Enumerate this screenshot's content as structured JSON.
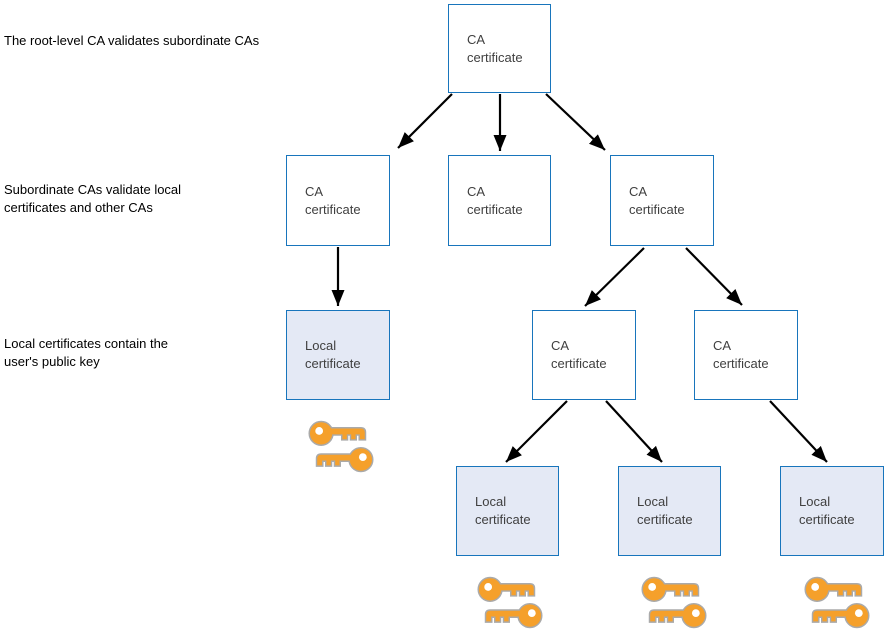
{
  "colors": {
    "box_border": "#1875BC",
    "local_fill": "#E4E9F5",
    "key_fill": "#F5A02B",
    "key_outline": "#AAAAAA",
    "arrow": "#000000"
  },
  "annotations": {
    "a1": {
      "line1": "The root-level CA validates subordinate CAs",
      "line2": ""
    },
    "a2": {
      "line1": "Subordinate CAs validate local",
      "line2": "certificates and other CAs"
    },
    "a3": {
      "line1": "Local certificates contain the",
      "line2": "user's public key"
    }
  },
  "nodes": {
    "root": {
      "line1": "CA",
      "line2": "certificate"
    },
    "sub1": {
      "line1": "CA",
      "line2": "certificate"
    },
    "sub2": {
      "line1": "CA",
      "line2": "certificate"
    },
    "sub3": {
      "line1": "CA",
      "line2": "certificate"
    },
    "local1": {
      "line1": "Local",
      "line2": "certificate"
    },
    "ca4": {
      "line1": "CA",
      "line2": "certificate"
    },
    "ca5": {
      "line1": "CA",
      "line2": "certificate"
    },
    "local2": {
      "line1": "Local",
      "line2": "certificate"
    },
    "local3": {
      "line1": "Local",
      "line2": "certificate"
    },
    "local4": {
      "line1": "Local",
      "line2": "certificate"
    }
  }
}
